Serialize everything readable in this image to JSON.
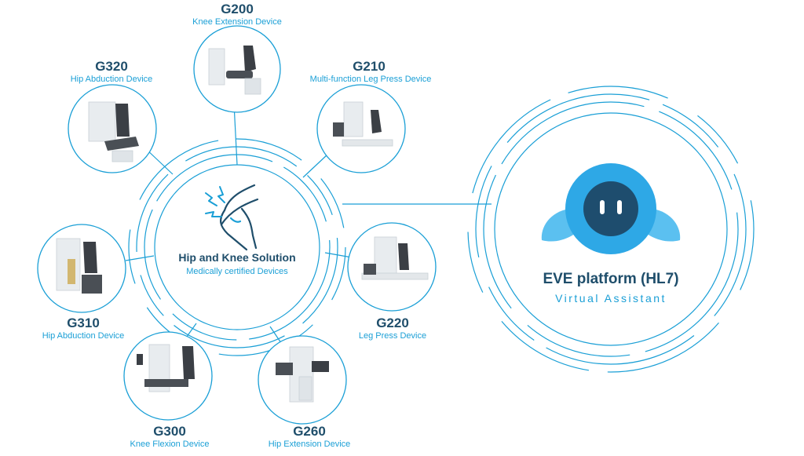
{
  "hub": {
    "title": "Hip and Knee Solution",
    "subtitle": "Medically certified Devices",
    "icon": "knee-joint-icon"
  },
  "platform": {
    "title": "EVE platform (HL7)",
    "subtitle": "Virtual Assistant",
    "icon": "eve-robot-icon"
  },
  "devices": [
    {
      "code": "G200",
      "name": "Knee Extension Device"
    },
    {
      "code": "G210",
      "name": "Multi-function Leg Press Device"
    },
    {
      "code": "G320",
      "name": "Hip Abduction Device"
    },
    {
      "code": "G310",
      "name": "Hip Abduction Device"
    },
    {
      "code": "G220",
      "name": "Leg Press Device"
    },
    {
      "code": "G300",
      "name": "Knee Flexion Device"
    },
    {
      "code": "G260",
      "name": "Hip Extension Device"
    }
  ],
  "colors": {
    "line": "#1a9fd6",
    "navy": "#1f4e6b",
    "eve_blue": "#2ea8e6",
    "eve_light": "#5bc0f0",
    "eve_dark": "#1e4d6e"
  }
}
